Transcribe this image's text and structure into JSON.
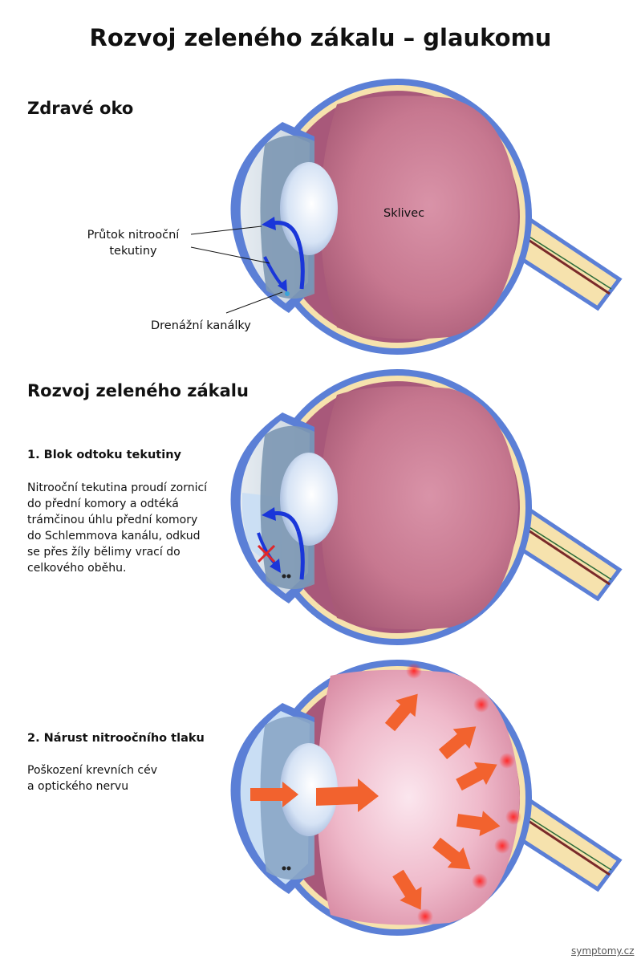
{
  "title": "Rozvoj zeleného zákalu – glaukomu",
  "sections": {
    "healthy": {
      "heading": "Zdravé oko",
      "labels": {
        "flow": [
          "Průtok nitrooční",
          "tekutiny"
        ],
        "vitreous": "Sklivec",
        "drainage": "Drenážní kanálky"
      }
    },
    "development": {
      "heading": "Rozvoj zeleného zákalu",
      "step1": {
        "title": "1. Blok odtoku tekutiny",
        "lines": [
          "Nitrooční tekutina proudí zornicí",
          "do přední komory a odtéká",
          "trámčinou úhlu přední komory",
          "do Schlemmova kanálu, odkud",
          "se přes žíly bělimy  vrací do",
          "celkového oběhu."
        ]
      },
      "step2": {
        "title": "2. Nárust nitroočního tlaku",
        "lines": [
          "Poškození krevních cév",
          "a optického nervu"
        ]
      }
    }
  },
  "brand": "symptomy.cz",
  "colors": {
    "sclera": "#5b7fd6",
    "choroid": "#a8587a",
    "vitreous": "#c8778f",
    "retina_yellow": "#f6e2ad",
    "flow_arrow": "#1a36d9",
    "pressure_arrow": "#f2622e",
    "block_mark": "#e0262a"
  },
  "icons": [
    "flow-arrow-icon",
    "block-x-icon",
    "pressure-arrow-icon"
  ]
}
